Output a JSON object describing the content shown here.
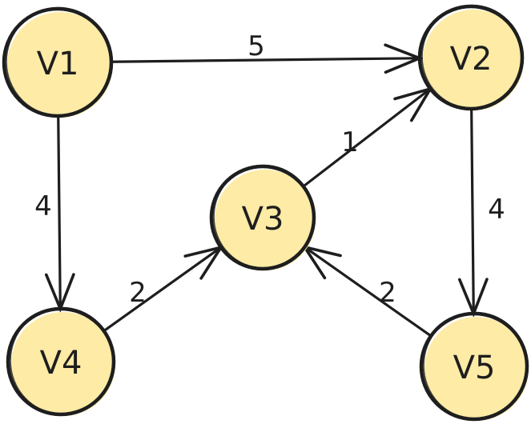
{
  "diagram": {
    "type": "directed-weighted-graph",
    "style": "hand-drawn",
    "colors": {
      "node_fill": "#fdeba6",
      "stroke": "#1e1e1e",
      "background": "#ffffff"
    },
    "nodes": [
      {
        "id": "V1",
        "label": "V1"
      },
      {
        "id": "V2",
        "label": "V2"
      },
      {
        "id": "V3",
        "label": "V3"
      },
      {
        "id": "V4",
        "label": "V4"
      },
      {
        "id": "V5",
        "label": "V5"
      }
    ],
    "edges": [
      {
        "from": "V1",
        "to": "V2",
        "weight": "5"
      },
      {
        "from": "V1",
        "to": "V4",
        "weight": "4"
      },
      {
        "from": "V3",
        "to": "V2",
        "weight": "1"
      },
      {
        "from": "V4",
        "to": "V3",
        "weight": "2"
      },
      {
        "from": "V2",
        "to": "V5",
        "weight": "4"
      },
      {
        "from": "V5",
        "to": "V3",
        "weight": "2"
      }
    ]
  }
}
